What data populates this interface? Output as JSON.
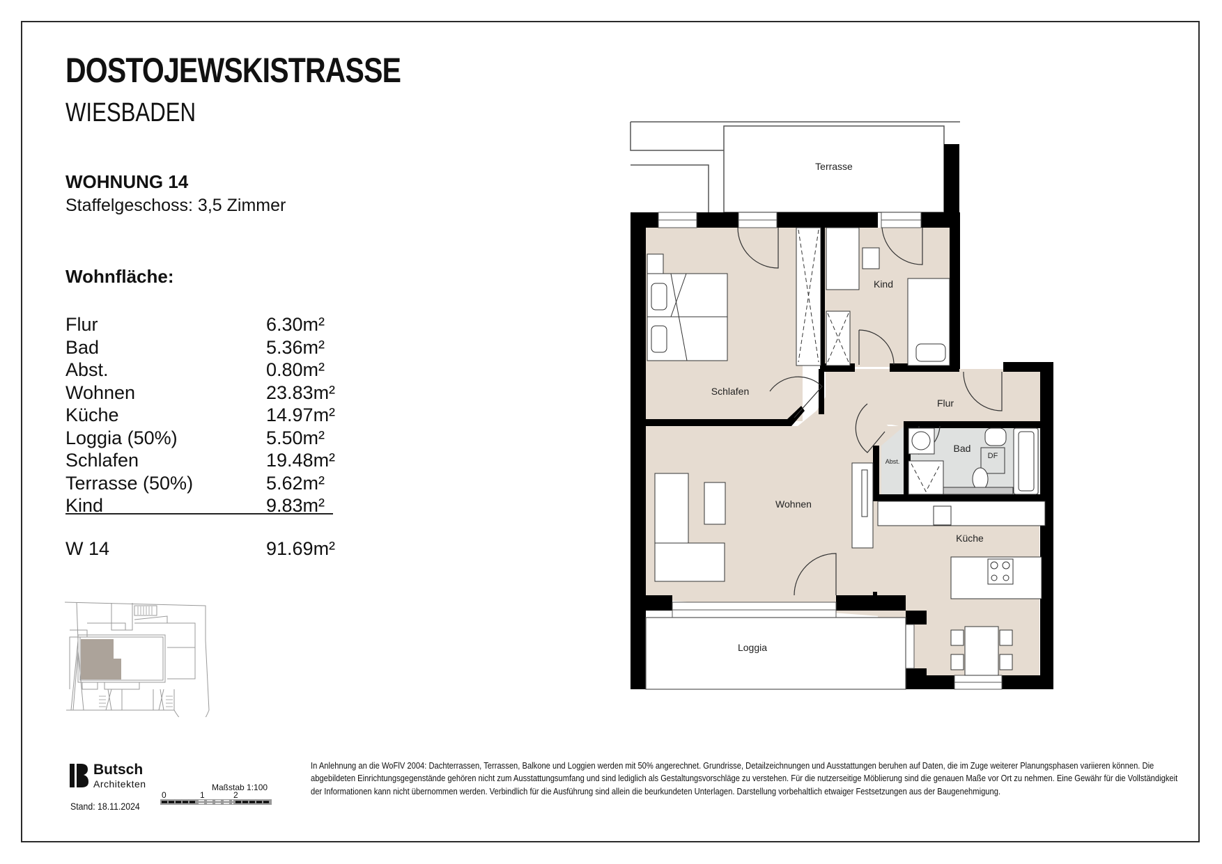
{
  "header": {
    "title": "DOSTOJEWSKISTRASSE",
    "city": "WIESBADEN"
  },
  "apartment": {
    "title": "WOHNUNG 14",
    "subtitle": "Staffelgeschoss: 3,5 Zimmer"
  },
  "living_area": {
    "heading": "Wohnfläche:",
    "rows": [
      {
        "label": "Flur",
        "value": "6.30m²"
      },
      {
        "label": "Bad",
        "value": "5.36m²"
      },
      {
        "label": "Abst.",
        "value": "0.80m²"
      },
      {
        "label": "Wohnen",
        "value": "23.83m²"
      },
      {
        "label": "Küche",
        "value": "14.97m²"
      },
      {
        "label": "Loggia (50%)",
        "value": "5.50m²"
      },
      {
        "label": "Schlafen",
        "value": "19.48m²"
      },
      {
        "label": "Terrasse (50%)",
        "value": "5.62m²"
      },
      {
        "label": "Kind",
        "value": "9.83m²"
      }
    ],
    "total": {
      "label": "W 14",
      "value": "91.69m²"
    }
  },
  "floor_plan": {
    "rooms": {
      "terrasse": "Terrasse",
      "kind": "Kind",
      "schlafen": "Schlafen",
      "flur": "Flur",
      "bad": "Bad",
      "abst": "Abst.",
      "wohnen": "Wohnen",
      "kueche": "Küche",
      "loggia": "Loggia",
      "df": "DF"
    },
    "colors": {
      "floor": "#e6dcd1",
      "bath_floor": "#dfe1e0",
      "wall": "#000000",
      "site_highlight": "#aca39a"
    }
  },
  "footer": {
    "logo_name": "Butsch",
    "logo_sub": "Architekten",
    "date": "Stand: 18.11.2024",
    "scale_label": "Maßstab 1:100",
    "scale_ticks": [
      "0",
      "1",
      "2"
    ],
    "disclaimer": "In Anlehnung an die WoFlV 2004: Dachterrassen, Terrassen, Balkone und Loggien werden mit 50% angerechnet. Grundrisse, Detailzeichnungen und Ausstattungen beruhen auf Daten, die im Zuge weiterer Planungsphasen variieren können. Die abgebildeten Einrichtungsgegenstände gehören nicht zum Ausstattungsumfang und sind lediglich als Gestaltungsvorschläge zu verstehen. Für die nutzerseitige Möblierung sind die genauen Maße vor Ort zu nehmen. Eine Gewähr für die Vollständigkeit der Informationen kann nicht übernommen werden. Verbindlich für die Ausführung sind allein die beurkundeten Unterlagen. Darstellung vorbehaltlich etwaiger Festsetzungen aus der Baugenehmigung."
  }
}
